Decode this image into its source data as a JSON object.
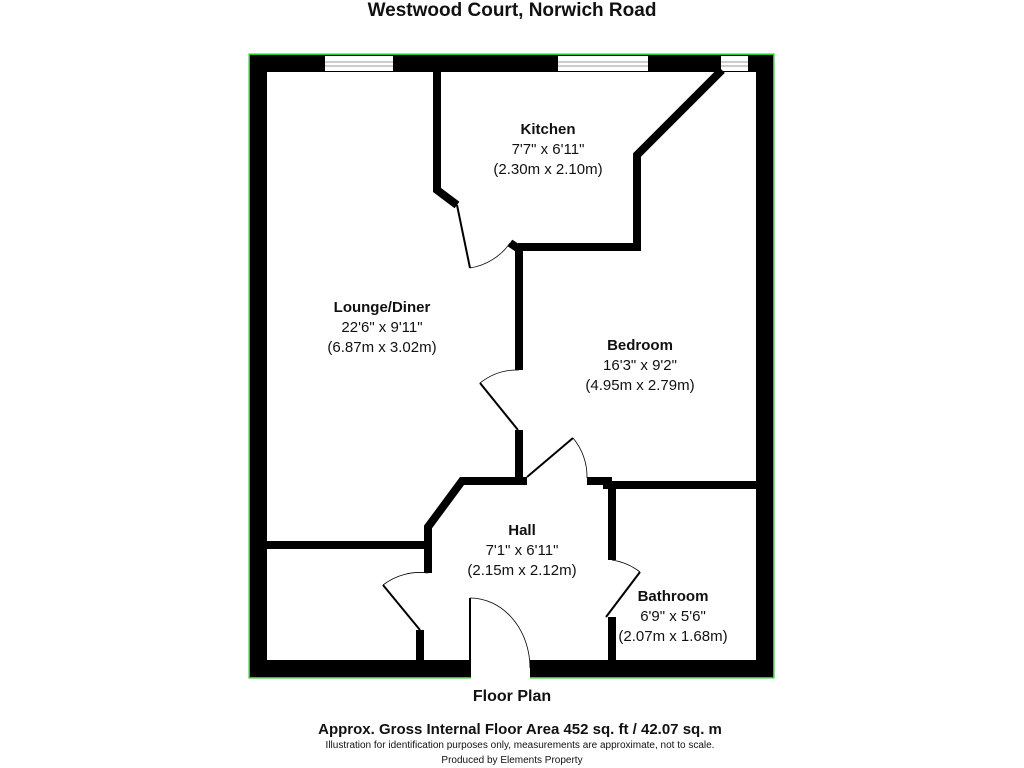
{
  "title": "Westwood Court, Norwich Road",
  "rooms": {
    "kitchen": {
      "name": "Kitchen",
      "imperial": "7'7\" x 6'11\"",
      "metric": "(2.30m x 2.10m)"
    },
    "lounge": {
      "name": "Lounge/Diner",
      "imperial": "22'6\" x 9'11\"",
      "metric": "(6.87m x 3.02m)"
    },
    "bedroom": {
      "name": "Bedroom",
      "imperial": "16'3\" x 9'2\"",
      "metric": "(4.95m x 2.79m)"
    },
    "hall": {
      "name": "Hall",
      "imperial": "7'1\" x 6'11\"",
      "metric": "(2.15m x 2.12m)"
    },
    "bathroom": {
      "name": "Bathroom",
      "imperial": "6'9\" x 5'6\"",
      "metric": "(2.07m x 1.68m)"
    }
  },
  "footer": {
    "plan_label": "Floor Plan",
    "area": "Approx. Gross Internal Floor Area 452 sq. ft / 42.07 sq. m",
    "disclaimer": "Illustration for identification purposes only, measurements are approximate, not to scale.",
    "producer": "Produced by Elements Property"
  },
  "colors": {
    "wall": "#000000",
    "border": "#22cc22"
  }
}
